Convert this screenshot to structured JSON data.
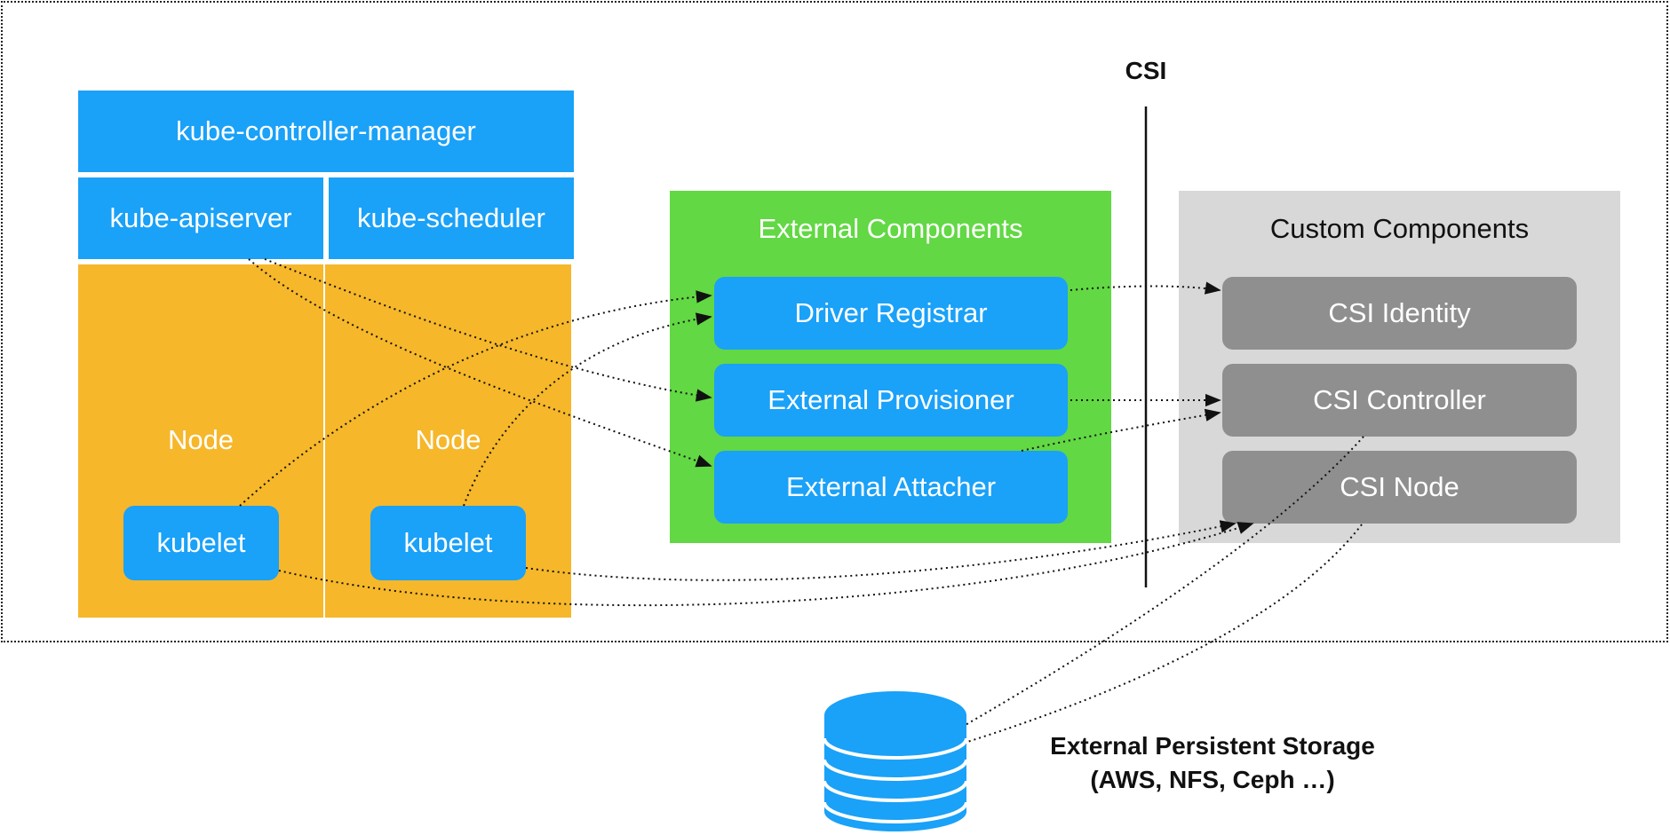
{
  "control_plane": {
    "controller_manager": "kube-controller-manager",
    "apiserver": "kube-apiserver",
    "scheduler": "kube-scheduler"
  },
  "nodes": [
    {
      "label": "Node",
      "kubelet": "kubelet"
    },
    {
      "label": "Node",
      "kubelet": "kubelet"
    }
  ],
  "external_components": {
    "title": "External Components",
    "items": [
      "Driver Registrar",
      "External Provisioner",
      "External Attacher"
    ]
  },
  "custom_components": {
    "title": "Custom Components",
    "items": [
      "CSI Identity",
      "CSI Controller",
      "CSI Node"
    ]
  },
  "divider_label": "CSI",
  "storage": {
    "line1": "External Persistent Storage",
    "line2": "(AWS, NFS, Ceph …)"
  },
  "colors": {
    "blue": "#1aa1f8",
    "orange": "#f6b72b",
    "green": "#62d844",
    "gray_panel": "#d8d8d8",
    "gray_button": "#8f8f8f"
  }
}
